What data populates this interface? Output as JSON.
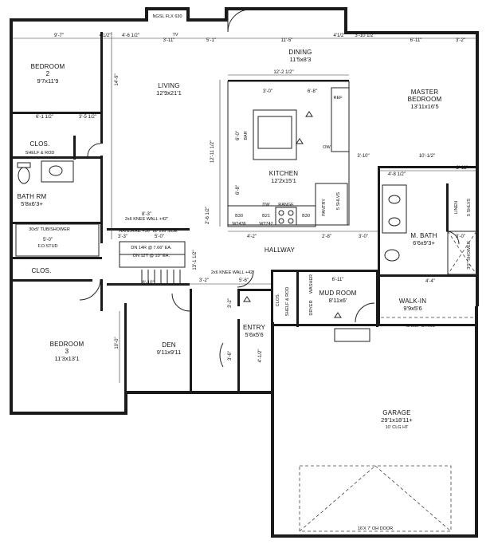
{
  "rooms": {
    "bedroom2": {
      "name": "BEDROOM",
      "name2": "2",
      "size": "9'7x11'9"
    },
    "living": {
      "name": "LIVING",
      "size": "12'9x21'1"
    },
    "dining": {
      "name": "DINING",
      "size": "11'5x8'3"
    },
    "master": {
      "name": "MASTER",
      "name2": "BEDROOM",
      "size": "13'11x16'5"
    },
    "kitchen": {
      "name": "KITCHEN",
      "size": "12'2x15'1"
    },
    "bathrm": {
      "name": "BATH RM",
      "size": "5'8x6'3+"
    },
    "mbath": {
      "name": "M. BATH",
      "size": "6'6x9'3+"
    },
    "hallway": {
      "name": "HALLWAY"
    },
    "den": {
      "name": "DEN",
      "size": "9'11x9'11"
    },
    "entry": {
      "name": "ENTRY",
      "size": "5'6x5'6"
    },
    "mudroom": {
      "name": "MUD ROOM",
      "size": "8'11x6'"
    },
    "walkin": {
      "name": "WALK-IN",
      "size": "9'9x5'6"
    },
    "bedroom3": {
      "name": "BEDROOM",
      "name2": "3",
      "size": "11'3x13'1"
    },
    "garage": {
      "name": "GARAGE",
      "size": "29'1x18'11+",
      "note": "10' CLG HT"
    }
  },
  "labels": {
    "fireplace": "NGSL FLX 630",
    "tv": "TV",
    "clos_top": "CLOS.",
    "shelf_rod": "SHELF & ROD",
    "tub": "30x5' TUB/SHOWER",
    "fo_stud": "5'-0\"",
    "fo_stud2": "F.O.STUD",
    "clos_mid": "CLOS.",
    "knee1": "2x6 KNEE WALL +42\"",
    "handrail": "HANDRAIL +36\" W/ 2x6 SIDE",
    "dn14": "DN 14R @ 7.66\" EA.",
    "dn12": "DN 12T @ 10\" EA.",
    "knee2": "2x6 KNEE WALL +42\"",
    "pantry": "PANTRY",
    "shlvs": "5 SHLVS",
    "linen": "LINEN",
    "shlvs2": "5 SHLVS",
    "clos_entry": "CLOS.",
    "shelf_rod2": "SHELF & ROD",
    "shelf_rod3": "SHELF & ROD",
    "washer": "WASHER",
    "dryer": "DRYER",
    "range": "RANGE",
    "dw": "DW",
    "ref": "REF",
    "bar": "BAR",
    "ow": "OW",
    "shower": "3'0\" SHOWER",
    "garage_door": "16'X 7' OH DOOR",
    "b30": "B30",
    "w2436": "W2436",
    "w2742": "W2742",
    "b21": "B21",
    "b30b": "B30"
  },
  "dims": {
    "d1": "9'-7\"",
    "d2": "4'1/2\"",
    "d3": "4'-6 1/2\"",
    "d4": "3'-11\"",
    "d5": "5'-1\"",
    "d6": "11'-5\"",
    "d7": "4'1/2\"",
    "d8": "3'-10 1/2\"",
    "d9": "6'-11\"",
    "d10": "3'-2\"",
    "d11": "12'-2 1/2\"",
    "d12": "3'-0\"",
    "d13": "6'-8\"",
    "d14": "6'-1 1/2\"",
    "d15": "3'-5 1/2\"",
    "d16": "6'-0\"",
    "d17": "12'-11 1/2\"",
    "d18": "10'-1/2\"",
    "d19": "3'-10\"",
    "d20": "4'-8 1/2\"",
    "d21": "2'-11\"",
    "d22": "6'-8\"",
    "d23": "8'-3\"",
    "d24": "3'-3\"",
    "d25": "5'-0\"",
    "d26": "4'-2\"",
    "d27": "2'-8\"",
    "d28": "3'-0\"",
    "d29": "8'-10\"",
    "d30": "3'-2\"",
    "d31": "5'-6\"",
    "d32": "6'-11\"",
    "d33": "4'-4\"",
    "d34": "3'-0\"",
    "d35": "10'-0\"",
    "d36": "3'-2\"",
    "d37": "3'-6\"",
    "d38": "4'-1/2\"",
    "d39": "14'-9\"",
    "d40": "2'-6 1/2\"",
    "d41": "13'-1 1/2\""
  }
}
